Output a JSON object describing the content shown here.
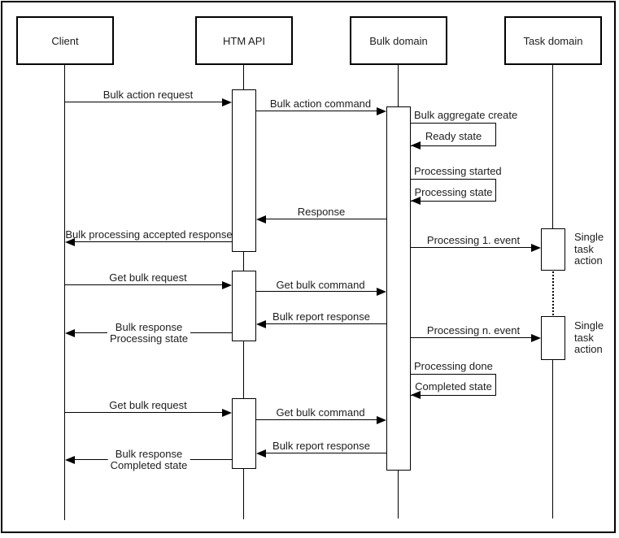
{
  "diagram": {
    "type": "uml-sequence",
    "participants": [
      {
        "name": "Client"
      },
      {
        "name": "HTM API"
      },
      {
        "name": "Bulk domain"
      },
      {
        "name": "Task domain"
      }
    ],
    "messages": [
      {
        "label": "Bulk action request",
        "from": "Client",
        "to": "HTM API"
      },
      {
        "label": "Bulk action command",
        "from": "HTM API",
        "to": "Bulk domain"
      },
      {
        "label": "Response",
        "from": "Bulk domain",
        "to": "HTM API"
      },
      {
        "label": "Bulk processing accepted response",
        "from": "HTM API",
        "to": "Client"
      },
      {
        "label": "Processing 1. event",
        "from": "Bulk domain",
        "to": "Task domain"
      },
      {
        "label": "Get bulk request",
        "from": "Client",
        "to": "HTM API"
      },
      {
        "label": "Get bulk command",
        "from": "HTM API",
        "to": "Bulk domain"
      },
      {
        "label": "Bulk report response",
        "from": "Bulk domain",
        "to": "HTM API"
      },
      {
        "label_line1": "Bulk response",
        "label_line2": "Processing state",
        "from": "HTM API",
        "to": "Client"
      },
      {
        "label": "Processing n. event",
        "from": "Bulk domain",
        "to": "Task domain"
      },
      {
        "label": "Get bulk request",
        "from": "Client",
        "to": "HTM API"
      },
      {
        "label": "Get bulk command",
        "from": "HTM API",
        "to": "Bulk domain"
      },
      {
        "label": "Bulk report response",
        "from": "Bulk domain",
        "to": "HTM API"
      },
      {
        "label_line1": "Bulk response",
        "label_line2": "Completed state",
        "from": "HTM API",
        "to": "Client"
      }
    ],
    "self_messages": [
      {
        "call": "Bulk aggregate create",
        "return": "Ready state",
        "on": "Bulk domain"
      },
      {
        "call": "Processing started",
        "return": "Processing state",
        "on": "Bulk domain"
      },
      {
        "call": "Processing done",
        "return": "Completed state",
        "on": "Bulk domain"
      }
    ],
    "task_actions": [
      {
        "label": "Single task action"
      },
      {
        "label": "Single task action"
      }
    ],
    "colors": {
      "line": "#000000",
      "background": "#ffffff",
      "text": "#1d1d1d"
    }
  }
}
